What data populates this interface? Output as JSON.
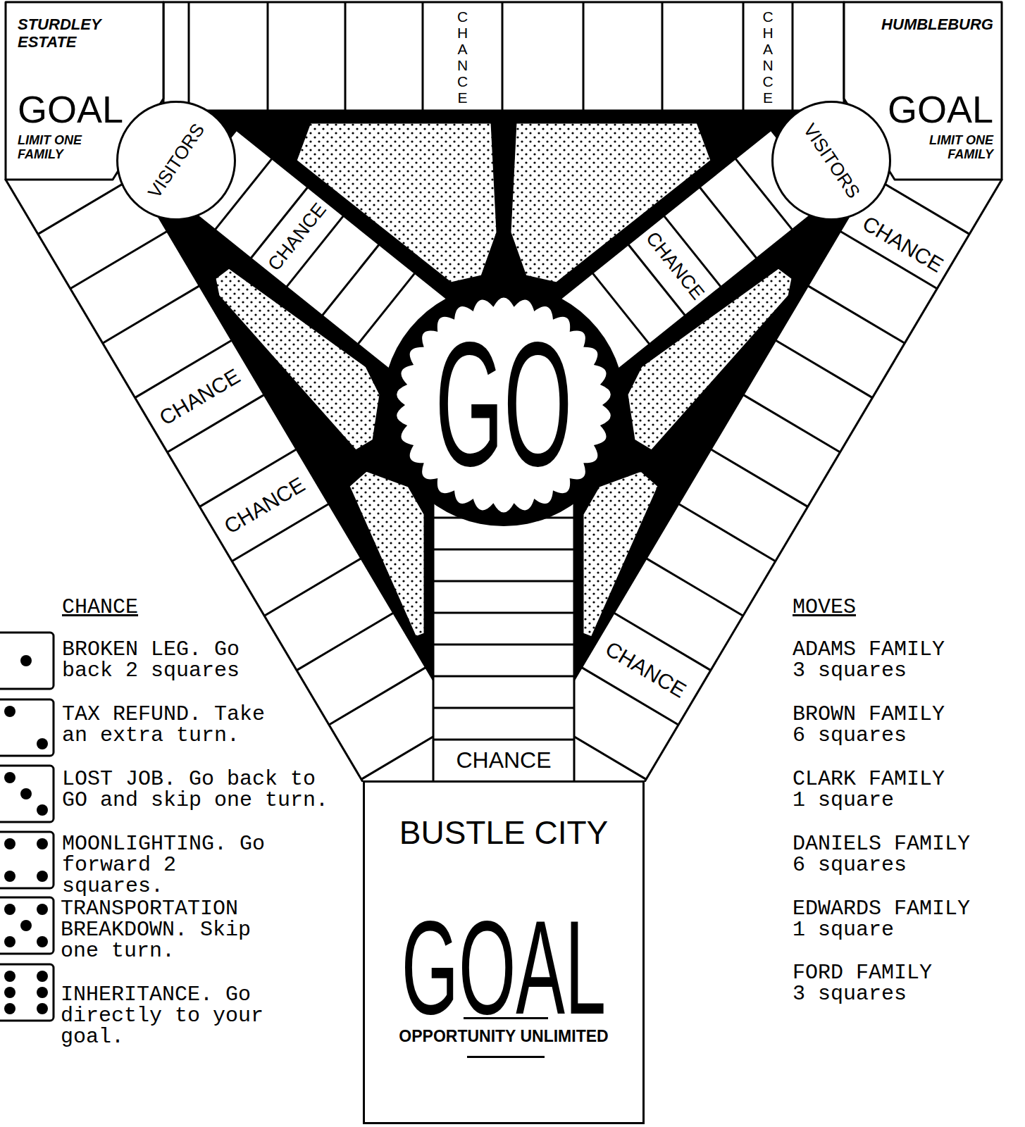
{
  "diagram": {
    "nodes": [
      {
        "text": [
          "STURDLEY ESTATE",
          "GOAL",
          "LIMIT ONE FAMILY"
        ]
      },
      {
        "text": [
          "VISITORS"
        ]
      },
      {
        "text": [
          "CHANCE"
        ]
      },
      {
        "text": [
          "CHANCE"
        ]
      },
      {
        "text": [
          "HUMBLEBURG",
          "GOAL",
          "LIMIT ONE FAMILY"
        ]
      },
      {
        "text": [
          "VISITORS"
        ]
      },
      {
        "text": [
          "CHANCE"
        ]
      },
      {
        "text": [
          "CHANCE"
        ]
      },
      {
        "text": [
          "CHANCE"
        ]
      },
      {
        "text": [
          "GO"
        ]
      },
      {
        "text": [
          "CHANCE"
        ]
      },
      {
        "text": [
          "CHANCE"
        ]
      },
      {
        "text": [
          "CHANCE"
        ]
      },
      {
        "text": [
          "CHANCE"
        ]
      },
      {
        "text": [
          "BUSTLE CITY",
          "GOAL",
          "OPPORTUNITY UNLIMITED"
        ]
      }
    ],
    "labels": [
      "CHANCE",
      "BROKEN LEG. Go back 2 squares",
      "TAX REFUND. Take an extra turn.",
      "LOST JOB. Go back to GO and skip one turn.",
      "MOONLIGHTING. Go forward 2 squares.",
      "TRANSPORTATION BREAKDOWN. Skip one turn.",
      "INHERITANCE. Go directly to your goal.",
      "MOVES",
      "ADAMS FAMILY",
      "3 squares",
      "BROWN FAMILY",
      "6 squares",
      "CLARK FAMILY",
      "1 square",
      "DANIELS FAMILY",
      "6 squares",
      "EDWARDS FAMILY",
      "1 square",
      "FORD FAMILY",
      "3 squares"
    ]
  }
}
